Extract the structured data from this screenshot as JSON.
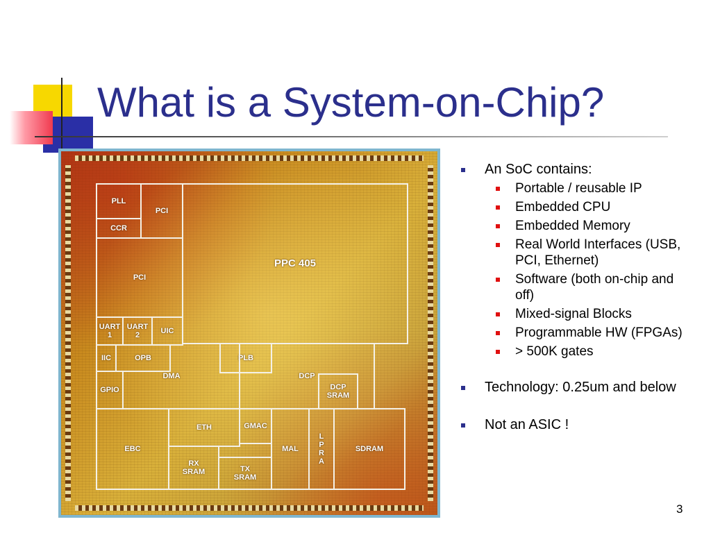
{
  "slide": {
    "title": "What is a System-on-Chip?",
    "page_number": "3"
  },
  "die": {
    "blocks": [
      {
        "id": "pll",
        "label": "PLL"
      },
      {
        "id": "pci-small",
        "label": "PCI"
      },
      {
        "id": "ccr",
        "label": "CCR"
      },
      {
        "id": "ppc405",
        "label": "PPC 405"
      },
      {
        "id": "pci-large",
        "label": "PCI"
      },
      {
        "id": "uart1",
        "label": "UART\n1"
      },
      {
        "id": "uart2",
        "label": "UART\n2"
      },
      {
        "id": "uic",
        "label": "UIC"
      },
      {
        "id": "iic",
        "label": "IIC"
      },
      {
        "id": "opb",
        "label": "OPB"
      },
      {
        "id": "plb",
        "label": "PLB"
      },
      {
        "id": "gpio",
        "label": "GPIO"
      },
      {
        "id": "dma",
        "label": "DMA"
      },
      {
        "id": "dcp",
        "label": "DCP"
      },
      {
        "id": "dcp-sram",
        "label": "DCP\nSRAM"
      },
      {
        "id": "ebc",
        "label": "EBC"
      },
      {
        "id": "eth",
        "label": "ETH"
      },
      {
        "id": "gmac",
        "label": "GMAC"
      },
      {
        "id": "mal",
        "label": "MAL"
      },
      {
        "id": "lpra",
        "label": "L\nP\nR\nA"
      },
      {
        "id": "sdram",
        "label": "SDRAM"
      },
      {
        "id": "rx-sram",
        "label": "RX\nSRAM"
      },
      {
        "id": "tx-sram",
        "label": "TX\nSRAM"
      }
    ]
  },
  "bullets": [
    {
      "text": "An SoC contains:",
      "sub": [
        "Portable / reusable IP",
        "Embedded CPU",
        "Embedded Memory",
        "Real World Interfaces (USB, PCI, Ethernet)",
        "Software (both on-chip and off)",
        "Mixed-signal Blocks",
        "Programmable HW (FPGAs)",
        "> 500K gates"
      ]
    },
    {
      "text": "Technology: 0.25um and below",
      "sub": []
    },
    {
      "text": "Not an ASIC !",
      "sub": []
    }
  ],
  "colors": {
    "title": "#2b2f8c",
    "level1_bullet": "#2b2f8c",
    "level2_bullet": "#e01010",
    "accent_yellow": "#f7d800",
    "accent_blue": "#2a2fa6",
    "accent_red": "#f03a4f"
  }
}
